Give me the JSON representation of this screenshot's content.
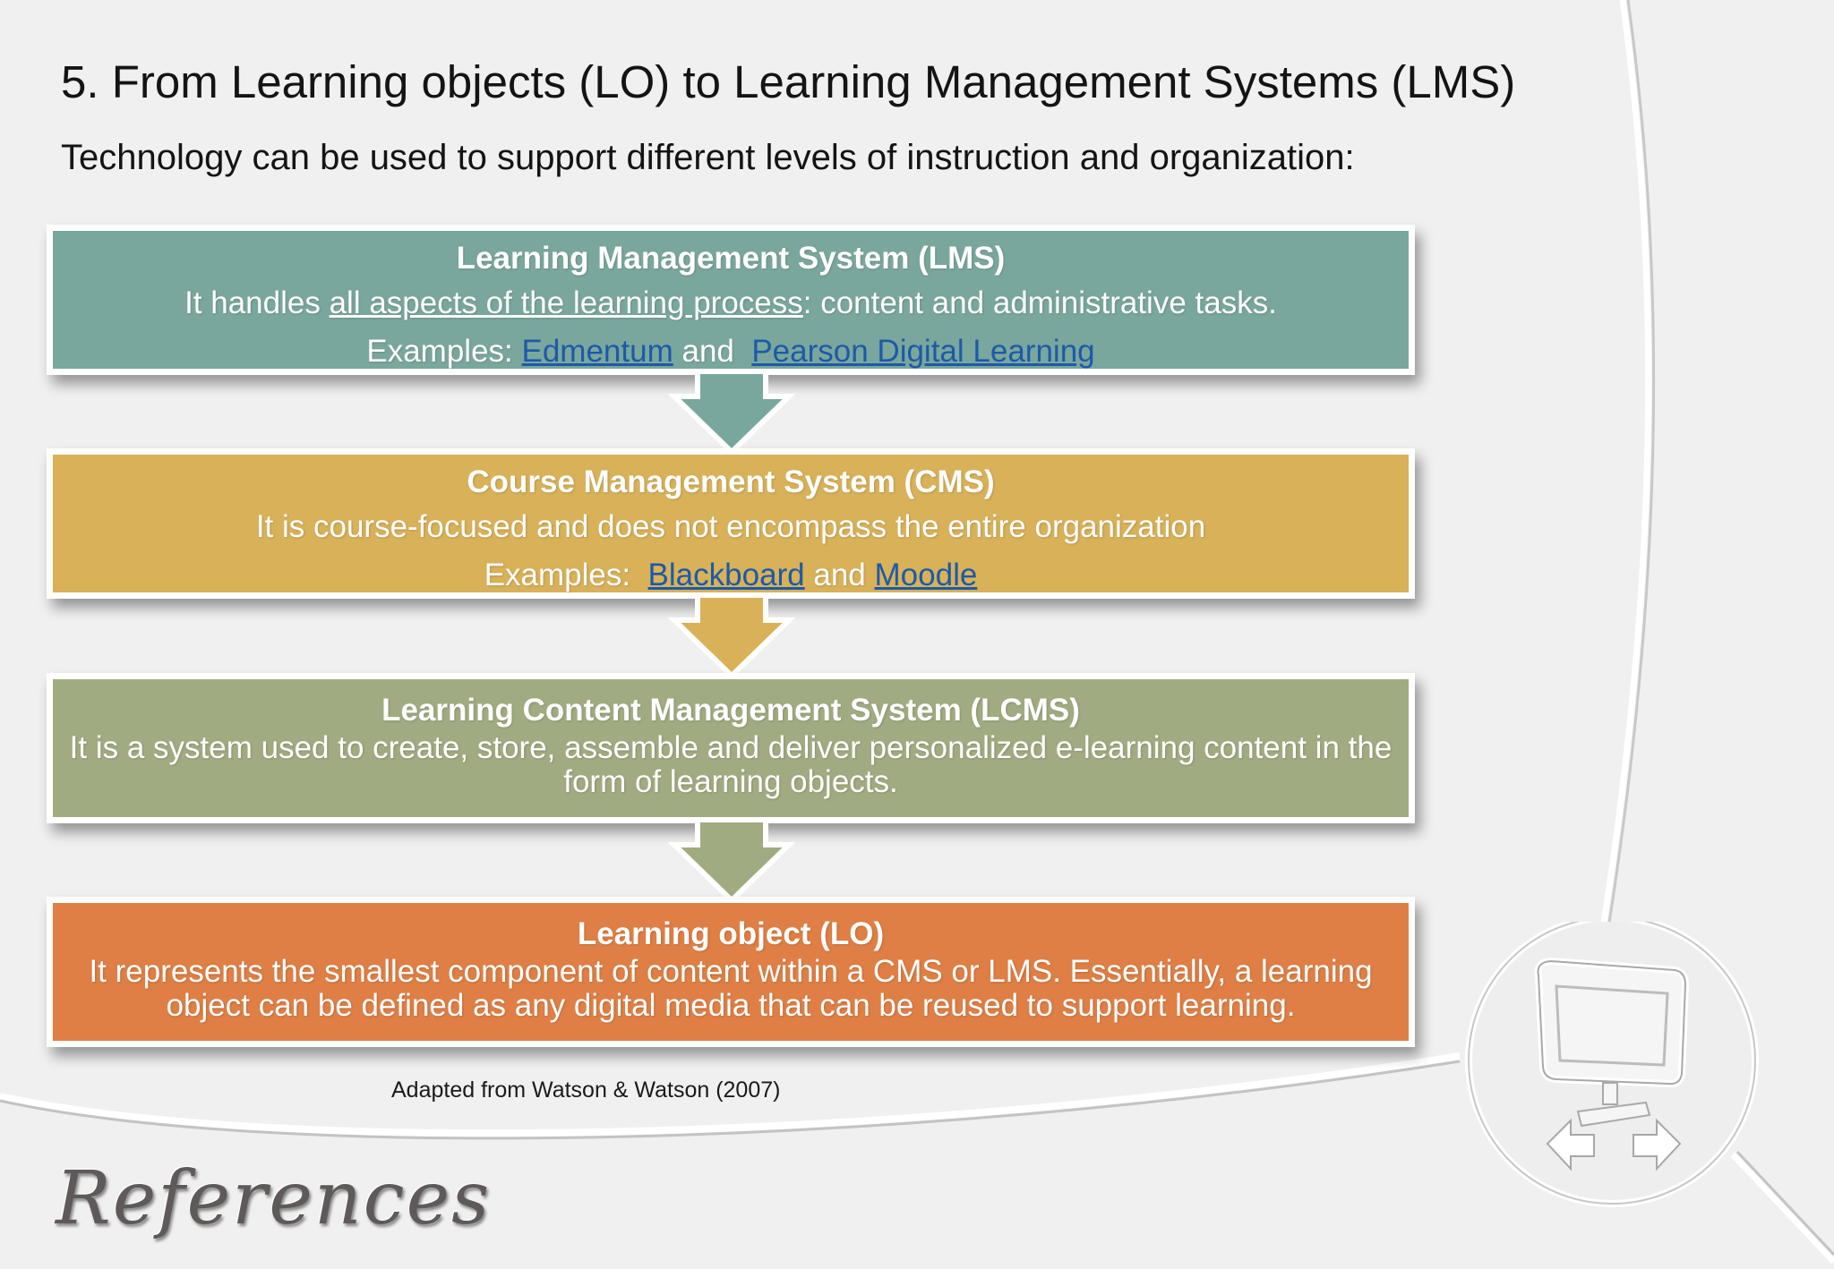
{
  "slide": {
    "title": "5. From Learning objects (LO) to Learning Management Systems (LMS)",
    "subtitle": "Technology can be used to support different levels of instruction and organization:",
    "credit": "Adapted from Watson & Watson (2007)",
    "references_label": "References"
  },
  "levels": {
    "lms": {
      "title": "Learning Management System (LMS)",
      "desc_pre": "It handles ",
      "desc_underlined": "all aspects of the learning process",
      "desc_post": ": content and administrative tasks.",
      "examples_label": "Examples: ",
      "link1": "Edmentum",
      "joiner": " and  ",
      "link2": "Pearson Digital Learning",
      "color": "#7aa79d"
    },
    "cms": {
      "title": "Course Management System (CMS)",
      "desc": "It is course-focused and does not encompass the entire organization",
      "examples_label": "Examples:  ",
      "link1": "Blackboard",
      "joiner": " and ",
      "link2": "Moodle",
      "color": "#d8b159"
    },
    "lcms": {
      "title": "Learning Content Management System (LCMS)",
      "desc": "It is a system used to create, store, assemble and deliver personalized e-learning content in the form of learning objects.",
      "color": "#a1ab81"
    },
    "lo": {
      "title": "Learning object (LO)",
      "desc": "It represents the smallest component of content within a CMS or LMS. Essentially, a learning object can be defined as any digital media that can be reused to support learning.",
      "color": "#df7f45"
    }
  },
  "icons": {
    "monitor": "monitor-icon",
    "back": "arrow-left-icon",
    "forward": "arrow-right-icon"
  },
  "link_color": "#1c5aa8"
}
